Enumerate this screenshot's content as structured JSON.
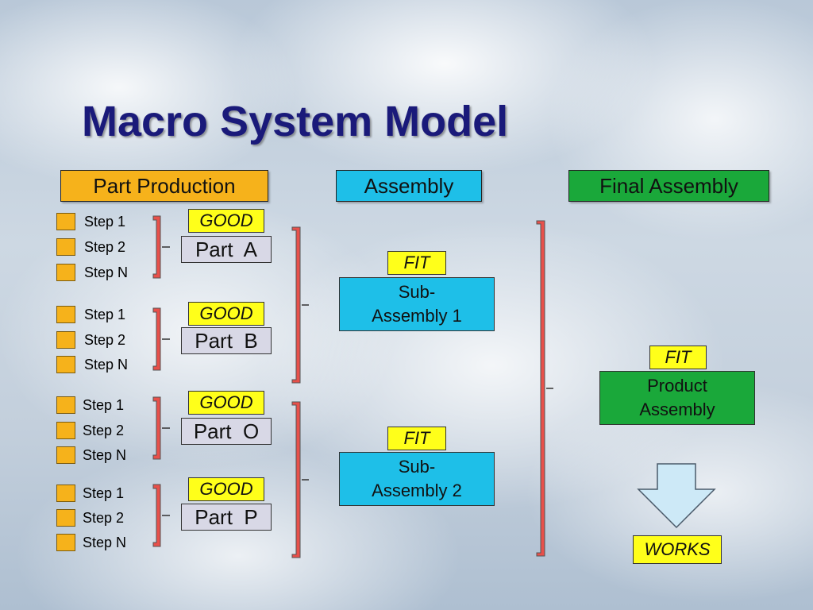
{
  "title": "Macro System Model",
  "headers": {
    "part_production": "Part Production",
    "assembly": "Assembly",
    "final_assembly": "Final Assembly"
  },
  "part_groups": [
    {
      "steps": [
        "Step 1",
        "Step 2",
        "Step N"
      ],
      "status": "GOOD",
      "part": "Part  A"
    },
    {
      "steps": [
        "Step 1",
        "Step 2",
        "Step N"
      ],
      "status": "GOOD",
      "part": "Part  B"
    },
    {
      "steps": [
        "Step 1",
        "Step 2",
        "Step N"
      ],
      "status": "GOOD",
      "part": "Part  O"
    },
    {
      "steps": [
        "Step 1",
        "Step 2",
        "Step N"
      ],
      "status": "GOOD",
      "part": "Part  P"
    }
  ],
  "sub_assemblies": [
    {
      "status": "FIT",
      "line1": "Sub-",
      "line2": "Assembly 1"
    },
    {
      "status": "FIT",
      "line1": "Sub-",
      "line2": "Assembly 2"
    }
  ],
  "product": {
    "status": "FIT",
    "line1": "Product",
    "line2": "Assembly"
  },
  "result": "WORKS",
  "colors": {
    "title": "#1a1a7a",
    "part_production_header": "#f6b21b",
    "assembly_header": "#1ebfe8",
    "final_assembly_header": "#1aa83a",
    "step_box": "#f6b21b",
    "status_box": "#ffff1a",
    "part_box": "#d8d8e6",
    "sub_assembly_box": "#1ebfe8",
    "product_box": "#1aa83a",
    "bracket": "#e8504a",
    "arrow_fill": "#cde9f7"
  },
  "icons": [
    "down-arrow-icon"
  ]
}
